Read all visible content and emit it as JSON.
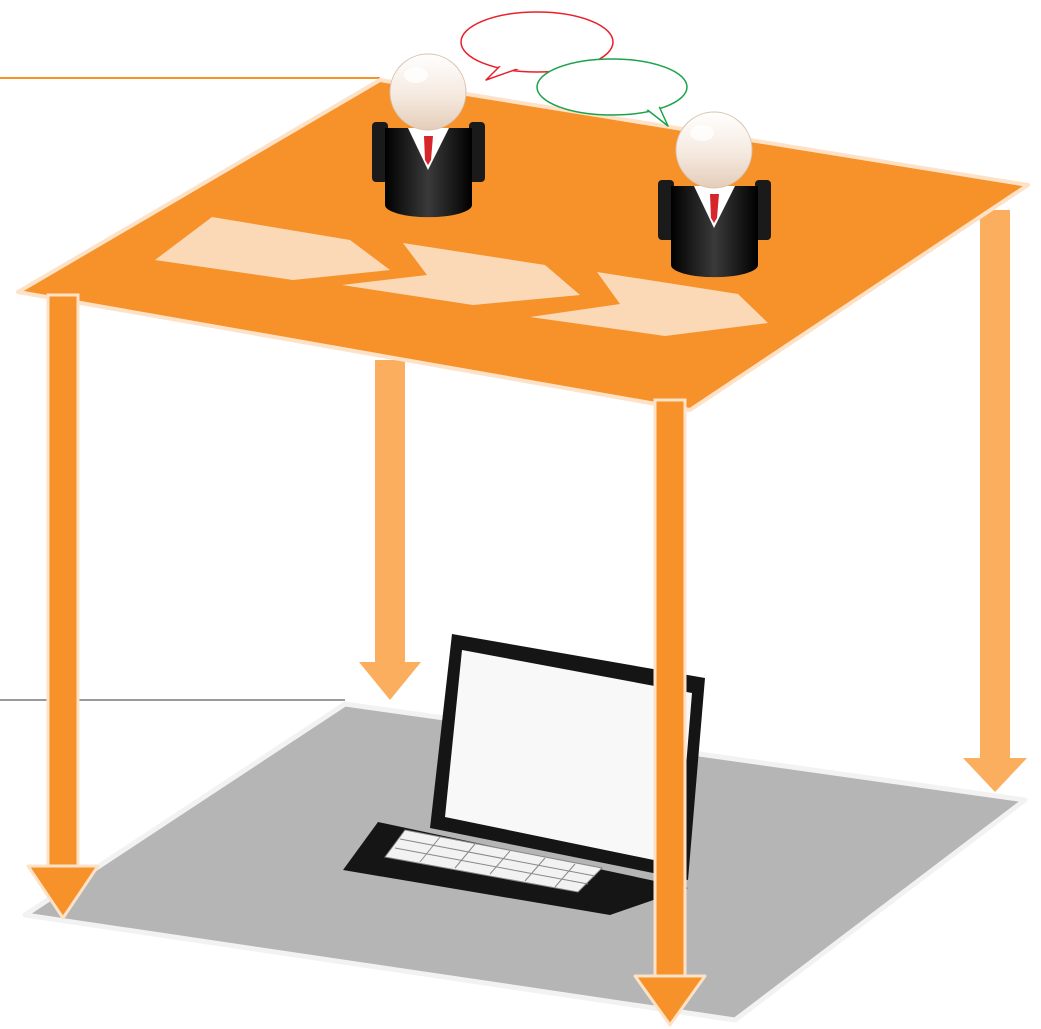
{
  "diagram": {
    "colors": {
      "background": "#ffffff",
      "table_top": "#f7922a",
      "table_edge": "#fde2c7",
      "arrow_fill": "#f7922a",
      "arrow_back_fill": "#fbae5e",
      "floor": "#b5b5b5",
      "floor_edge": "#f2f2f2",
      "process_step": "#fbd9b6",
      "guide_line_top": "#f7922a",
      "guide_line_bottom": "#9a9a9a",
      "bubble_1_stroke": "#e8202a",
      "bubble_2_stroke": "#1aa34a",
      "suit": "#151515",
      "tie": "#d7262b",
      "laptop_body": "#151515",
      "laptop_screen": "#f8f8f8"
    },
    "elements": {
      "table_top": "orange-tabletop",
      "floor": "gray-floor-plane",
      "process_steps": [
        "step-1",
        "step-2",
        "step-3"
      ],
      "people": [
        "businessman-left",
        "businessman-right"
      ],
      "speech_bubbles": [
        "bubble-red",
        "bubble-green"
      ],
      "arrows": [
        "arrow-front-left",
        "arrow-back-left",
        "arrow-front-right",
        "arrow-back-right"
      ],
      "device": "laptop-icon"
    }
  }
}
